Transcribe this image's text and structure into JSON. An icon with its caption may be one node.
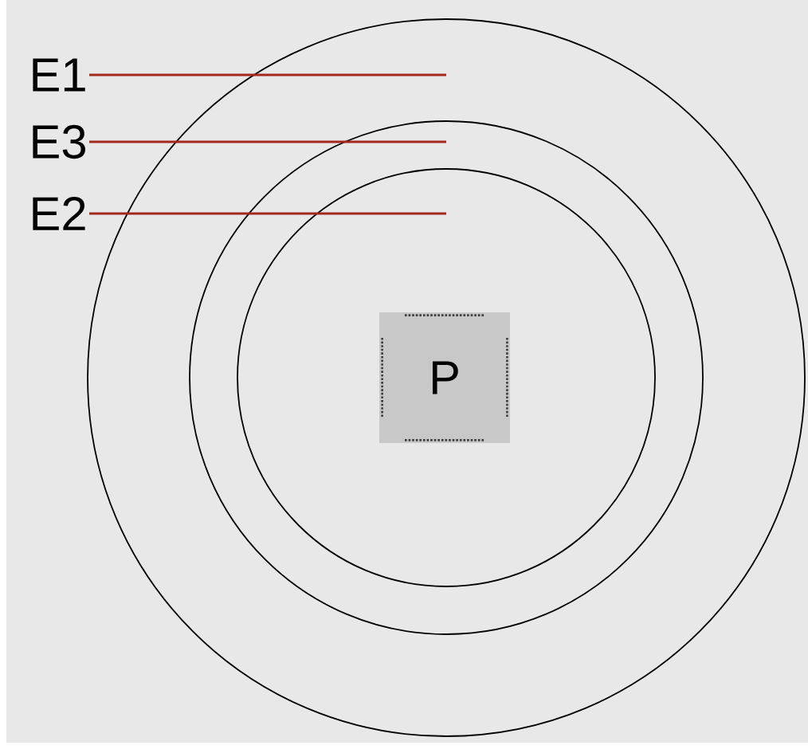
{
  "diagram": {
    "nodes": [
      {
        "text": [
          "E1"
        ]
      },
      {
        "text": [
          "E3"
        ]
      },
      {
        "text": [
          "E2"
        ]
      },
      {
        "text": [],
        "shape": "circle"
      },
      {
        "text": [],
        "shape": "circle",
        "in": 3
      },
      {
        "text": [],
        "shape": "circle",
        "in": 4
      },
      {
        "text": [
          "P"
        ],
        "in": 5
      }
    ],
    "edges": [
      {
        "from": 0,
        "to": 3,
        "arrow": "none",
        "color": "#a3281c"
      },
      {
        "from": 1,
        "to": 4,
        "arrow": "none",
        "color": "#a3281c"
      },
      {
        "from": 2,
        "to": 5,
        "arrow": "none",
        "color": "#a3281c"
      }
    ]
  }
}
